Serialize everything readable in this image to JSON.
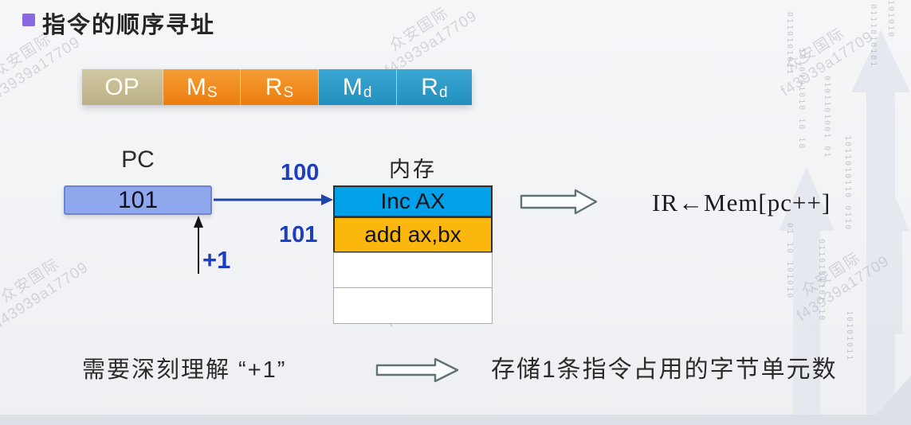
{
  "slide": {
    "title": "指令的顺序寻址"
  },
  "format_bar": {
    "segments": [
      {
        "label": "OP",
        "sub": "",
        "color": "#c7bd97"
      },
      {
        "label": "M",
        "sub": "S",
        "color": "#f08a1d"
      },
      {
        "label": "R",
        "sub": "S",
        "color": "#f08a1d"
      },
      {
        "label": "M",
        "sub": "d",
        "color": "#2b9cc9"
      },
      {
        "label": "R",
        "sub": "d",
        "color": "#2b9cc9"
      }
    ]
  },
  "pc": {
    "label": "PC",
    "value": "101",
    "increment_label": "+1"
  },
  "memory": {
    "label": "内存",
    "rows": [
      {
        "addr": "100",
        "value": "Inc AX",
        "color": "#00a1e9"
      },
      {
        "addr": "101",
        "value": "add ax,bx",
        "color": "#fbb70e"
      },
      {
        "addr": "",
        "value": "",
        "color": "#ffffff"
      },
      {
        "addr": "",
        "value": "",
        "color": "#ffffff"
      }
    ]
  },
  "ir": {
    "expression": "IR←Mem[pc++]"
  },
  "bottom_note": {
    "left_text": "需要深刻理解 “+1”",
    "right_text": "存储1条指令占用的字节单元数"
  },
  "watermark": {
    "line1": "众安国际",
    "line2": "f43939a17709"
  },
  "background": {
    "binary_columns": [
      "0110101011",
      "1010101010 10 10",
      "0101101001 01",
      "1011010110 0110",
      "0111010101",
      "101010",
      "0110101101 10",
      "10101011",
      "01 10 101010"
    ]
  },
  "colors": {
    "title_bullet": "#8a68e2",
    "address_text": "#1c3ec0",
    "arrow_blue": "#1c45ad",
    "pc_box_fill": "#8fa7ed",
    "pc_box_border": "#6e84d0",
    "op_fill": "#c7bd97",
    "source_fill": "#f08a1d",
    "dest_fill": "#2b9cc9",
    "mem_row1_fill": "#00a1e9",
    "mem_row2_fill": "#fbb70e"
  }
}
